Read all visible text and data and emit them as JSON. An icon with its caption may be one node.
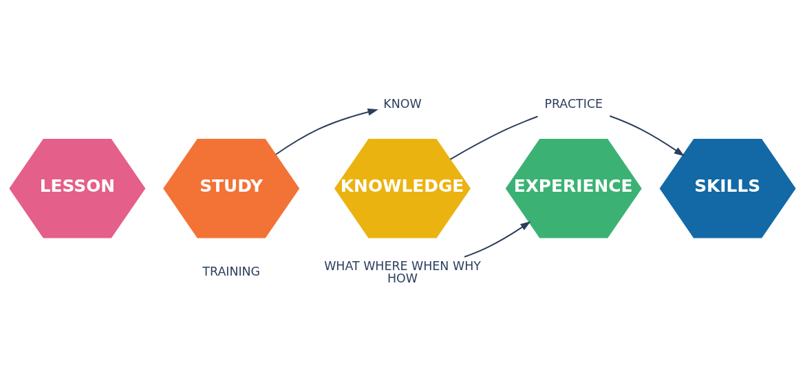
{
  "diagram": {
    "nodes": [
      {
        "text": [
          "LESSON"
        ]
      },
      {
        "text": [
          "STUDY"
        ],
        "beside": [
          "TRAINING"
        ]
      },
      {
        "text": [
          "KNOW"
        ]
      },
      {
        "text": [
          "KNOWLEDGE"
        ]
      },
      {
        "text": [
          "PRACTICE"
        ]
      },
      {
        "text": [
          "EXPERIENCE"
        ]
      },
      {
        "text": [
          "SKILLS"
        ]
      },
      {
        "text": [
          "WHAT WHERE WHEN WHY",
          "HOW"
        ]
      }
    ],
    "edges": [
      {
        "from": 1,
        "to": 2,
        "arrow": "to"
      },
      {
        "from": 3,
        "to": 4,
        "arrow": "none"
      },
      {
        "from": 4,
        "to": 6,
        "arrow": "to"
      },
      {
        "from": 7,
        "to": 5,
        "arrow": "to"
      }
    ]
  }
}
